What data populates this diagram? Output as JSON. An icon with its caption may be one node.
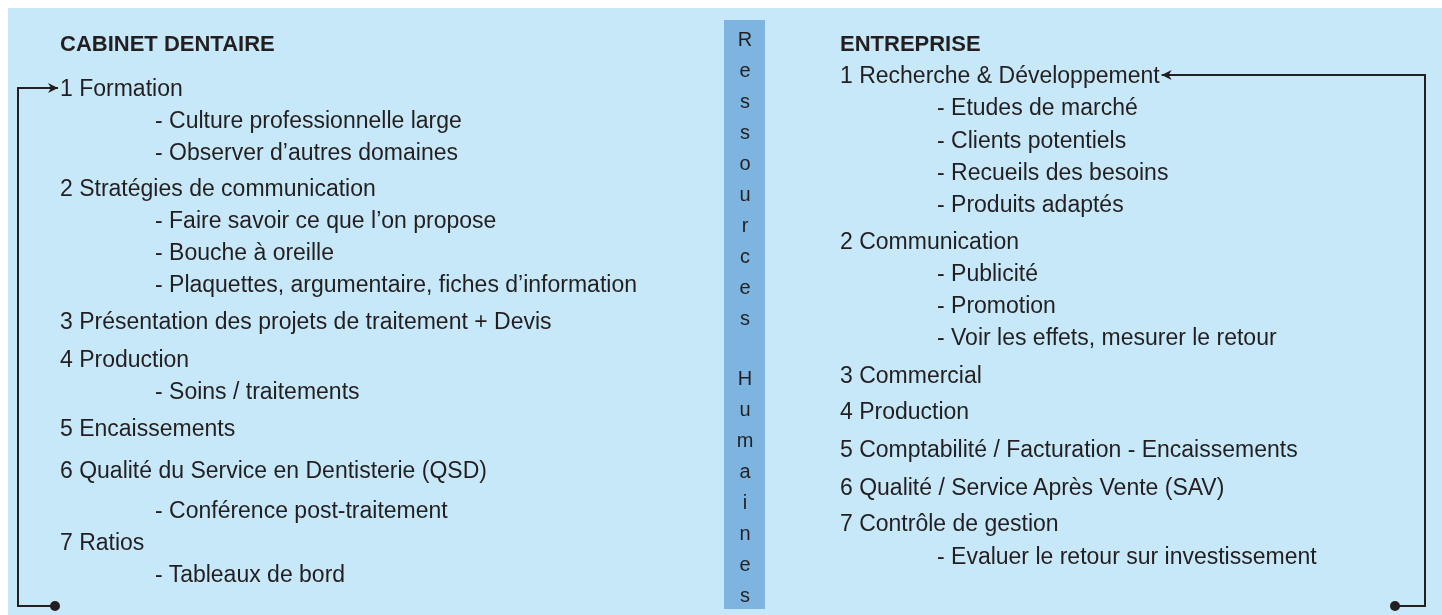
{
  "diagram": {
    "nodes": [
      {
        "text": [
          "1 Formation"
        ]
      },
      {
        "text": [
          "Ressources Humaines"
        ]
      },
      {
        "text": [
          "1 Recherche & Développement"
        ]
      }
    ],
    "edges": [
      {
        "from": null,
        "to": 0,
        "arrow": "to"
      },
      {
        "from": null,
        "to": 2,
        "arrow": "to"
      }
    ],
    "labels": [
      "CABINET DENTAIRE",
      "- Culture professionnelle large",
      "- Observer d’autres domaines",
      "2 Stratégies de communication",
      "- Faire savoir ce que l’on propose",
      "- Bouche à oreille",
      "- Plaquettes, argumentaire, fiches d’information",
      "3 Présentation des projets de traitement + Devis",
      "4 Production",
      "- Soins / traitements",
      "5 Encaissements",
      "6 Qualité du Service en Dentisterie (QSD)",
      "- Conférence post-traitement",
      "7 Ratios",
      "- Tableaux de bord",
      "ENTREPRISE",
      "- Etudes de marché",
      "- Clients potentiels",
      "- Recueils des besoins",
      "- Produits adaptés",
      "2 Communication",
      "- Publicité",
      "- Promotion",
      "- Voir les effets, mesurer le retour",
      "3 Commercial",
      "4 Production",
      "5 Comptabilité / Facturation - Encaissements",
      "6 Qualité / Service Après Vente (SAV)",
      "7 Contrôle de gestion",
      "- Evaluer le retour sur investissement"
    ]
  }
}
